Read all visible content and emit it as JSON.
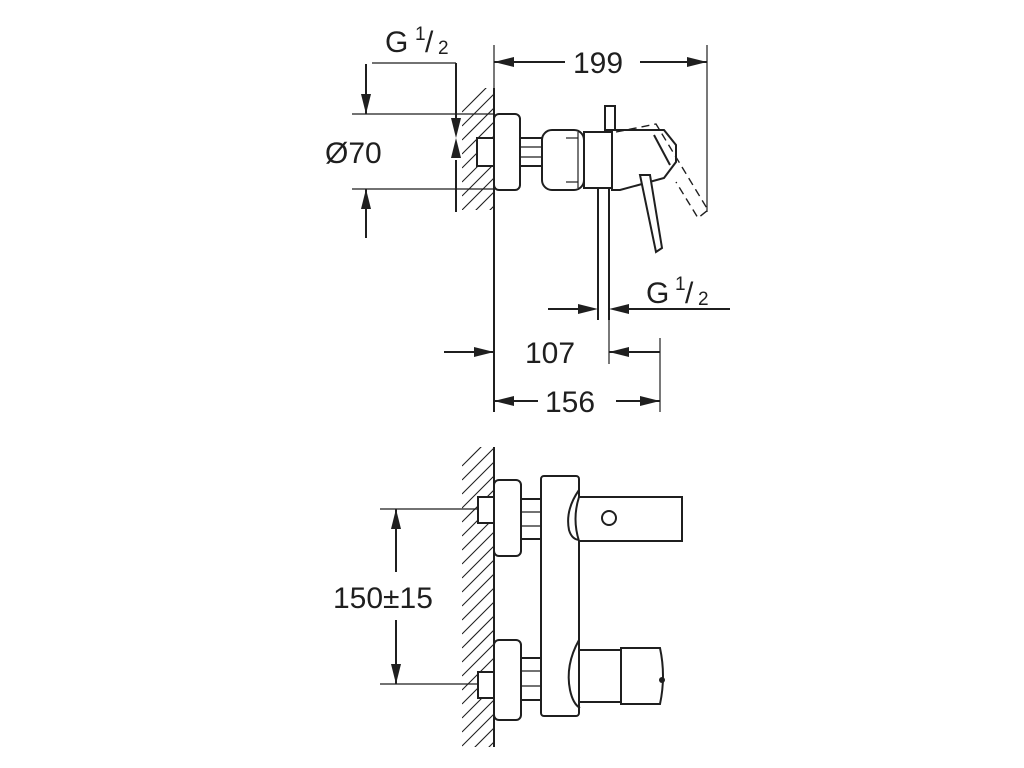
{
  "top_view": {
    "thread_left": {
      "g": "G",
      "num": "1",
      "slash": "/",
      "den": "2"
    },
    "diameter": "Ø70",
    "width_overall": "199",
    "thread_right": {
      "g": "G",
      "num": "1",
      "slash": "/",
      "den": "2"
    },
    "offset_spout": "107",
    "depth_body": "156"
  },
  "front_view": {
    "inlet_spacing": "150±15"
  },
  "colors": {
    "line": "#1f1f1f",
    "background": "#ffffff"
  }
}
